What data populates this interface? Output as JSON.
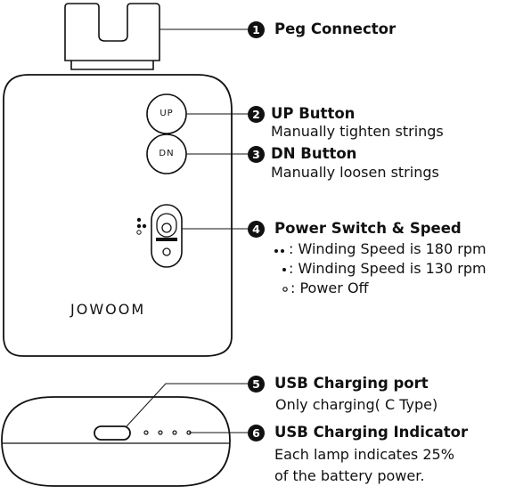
{
  "device": {
    "brand": "JOWOOM",
    "up_label": "UP",
    "dn_label": "DN"
  },
  "callouts": [
    {
      "number": "1",
      "title": "Peg Connector"
    },
    {
      "number": "2",
      "title": "UP Button",
      "subtitle": "Manually tighten strings"
    },
    {
      "number": "3",
      "title": "DN Button",
      "subtitle": "Manually loosen strings"
    },
    {
      "number": "4",
      "title": "Power Switch & Speed",
      "lines": [
        ": Winding Speed is 180 rpm",
        ": Winding Speed is 130 rpm",
        ": Power Off"
      ]
    },
    {
      "number": "5",
      "title": "USB Charging port",
      "subtitle": "Only charging( C Type)"
    },
    {
      "number": "6",
      "title": "USB Charging Indicator",
      "lines": [
        "Each lamp indicates 25%",
        "of the battery power."
      ]
    }
  ]
}
